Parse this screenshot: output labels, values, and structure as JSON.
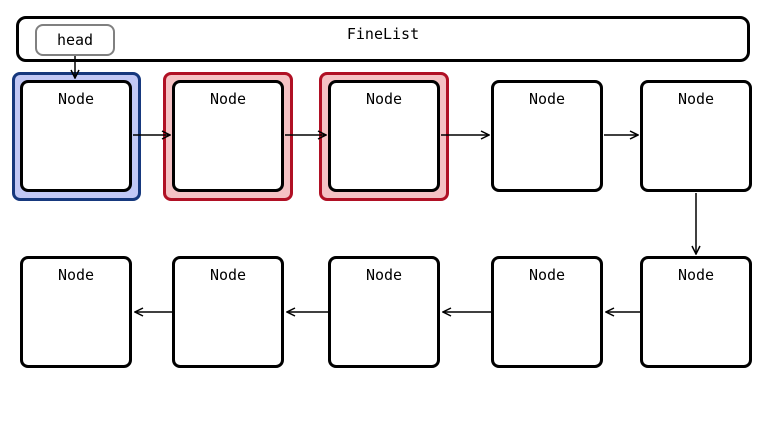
{
  "container": {
    "title": "FineList"
  },
  "head": {
    "label": "head"
  },
  "highlight_colors": {
    "blue": {
      "fill": "#c2c8f5",
      "stroke": "#16387d"
    },
    "red": {
      "fill": "#f5c2c4",
      "stroke": "#b01024"
    }
  },
  "nodes": [
    {
      "label": "Node",
      "highlight": "blue"
    },
    {
      "label": "Node",
      "highlight": "red"
    },
    {
      "label": "Node",
      "highlight": "red"
    },
    {
      "label": "Node",
      "highlight": ""
    },
    {
      "label": "Node",
      "highlight": ""
    },
    {
      "label": "Node",
      "highlight": ""
    },
    {
      "label": "Node",
      "highlight": ""
    },
    {
      "label": "Node",
      "highlight": ""
    },
    {
      "label": "Node",
      "highlight": ""
    },
    {
      "label": "Node",
      "highlight": ""
    }
  ]
}
